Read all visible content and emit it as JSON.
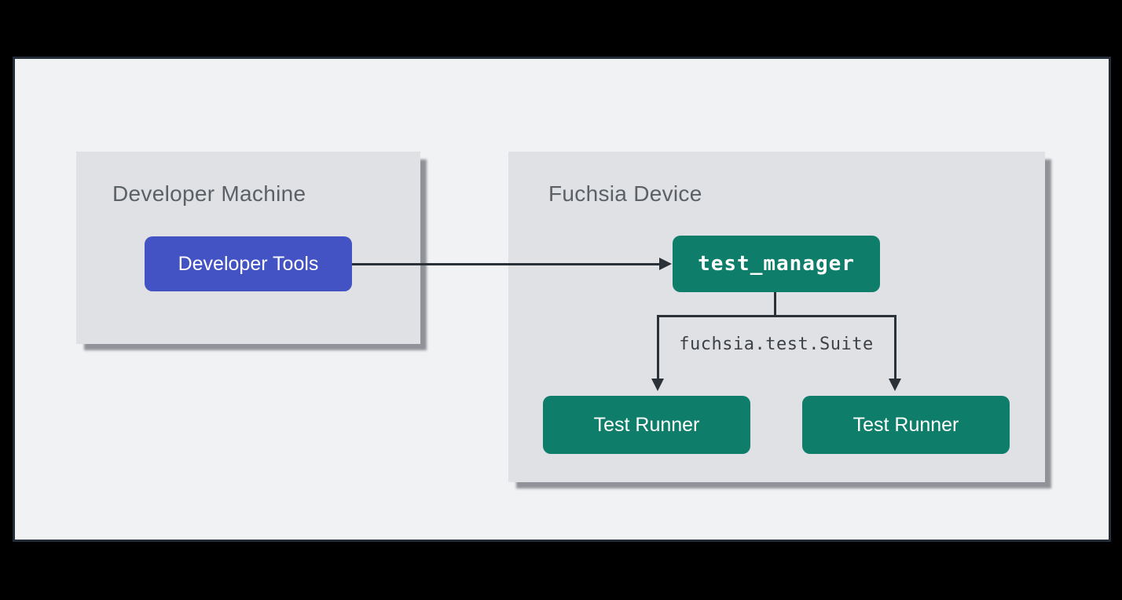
{
  "diagram": {
    "developer_machine": {
      "title": "Developer Machine",
      "developer_tools_label": "Developer Tools"
    },
    "fuchsia_device": {
      "title": "Fuchsia Device",
      "test_manager_label": "test_manager",
      "protocol_label": "fuchsia.test.Suite",
      "test_runners": [
        {
          "label": "Test Runner"
        },
        {
          "label": "Test Runner"
        }
      ]
    }
  },
  "colors": {
    "page_bg": "#000000",
    "frame_border": "#242c37",
    "frame_bg": "#f1f2f4",
    "panel_bg": "#dfe1e4",
    "panel_shadow": "#8f9298",
    "node_blue": "#4353c4",
    "node_green": "#0e7d6a",
    "node_text": "#ffffff",
    "title_text": "#5c6167",
    "connector": "#2b3138",
    "protocol_text": "#3c4147"
  }
}
